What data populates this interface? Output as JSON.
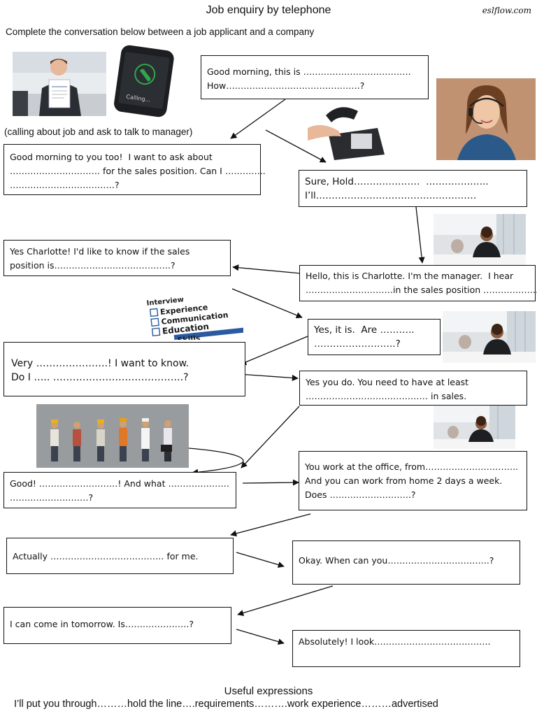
{
  "header": {
    "title": "Job enquiry by telephone",
    "brand": "eslflow.com",
    "instruction": "Complete the conversation below between a job applicant and a company",
    "caller_note": "(calling about job and  ask to talk to manager)"
  },
  "phone_screen_text": "Calling...",
  "interview_checklist": [
    "Interview",
    "Experience",
    "Communication",
    "Education",
    "Skills"
  ],
  "boxes": {
    "b1": [
      "Good morning, this is ……………………………….",
      "How……………………………………….?"
    ],
    "b2": [
      "Good morning to you too!  I want to ask about",
      "…………………………. for the sales position. Can I …………..",
      "………………………………?"
    ],
    "b3": [
      "Sure, Hold…………………  ………………..",
      "I’ll……………………………………………"
    ],
    "b4": [
      "Yes Charlotte! I'd like to know if the sales",
      "position is………………………………….?"
    ],
    "b5": [
      "Hello, this is Charlotte. I'm the manager.  I hear",
      "…………………………in the sales position ………………."
    ],
    "b6": [
      "Yes, it is.  Are ………..",
      "……………………..?"
    ],
    "b7": [
      "Very ………………….! I want to know.",
      "Do I ….. ………………………………….?"
    ],
    "b8": [
      "Yes you do. You need to have at least",
      "…………………………………… in sales."
    ],
    "b9": [
      "Good! ………………………! And what …………………",
      "………………………?"
    ],
    "b10": [
      "You work at the office, from…………………………..",
      "And you can work from home 2 days a week.",
      "Does ……………………….?"
    ],
    "b11": [
      "Actually ………………………………… for me."
    ],
    "b12": [
      "Okay. When can you……………………………..?"
    ],
    "b13": [
      "I can come in tomorrow. Is………………….?"
    ],
    "b14": [
      "Absolutely! I look…………………………………."
    ]
  },
  "footer": {
    "useful_title": "Useful expressions",
    "expressions": "I’ll put you through………hold the line….requirements……….work experience………advertised"
  },
  "colors": {
    "phone_green": "#2ea84a",
    "skin": "#e8b89a",
    "suit": "#2a2d33",
    "text": "#111111"
  }
}
